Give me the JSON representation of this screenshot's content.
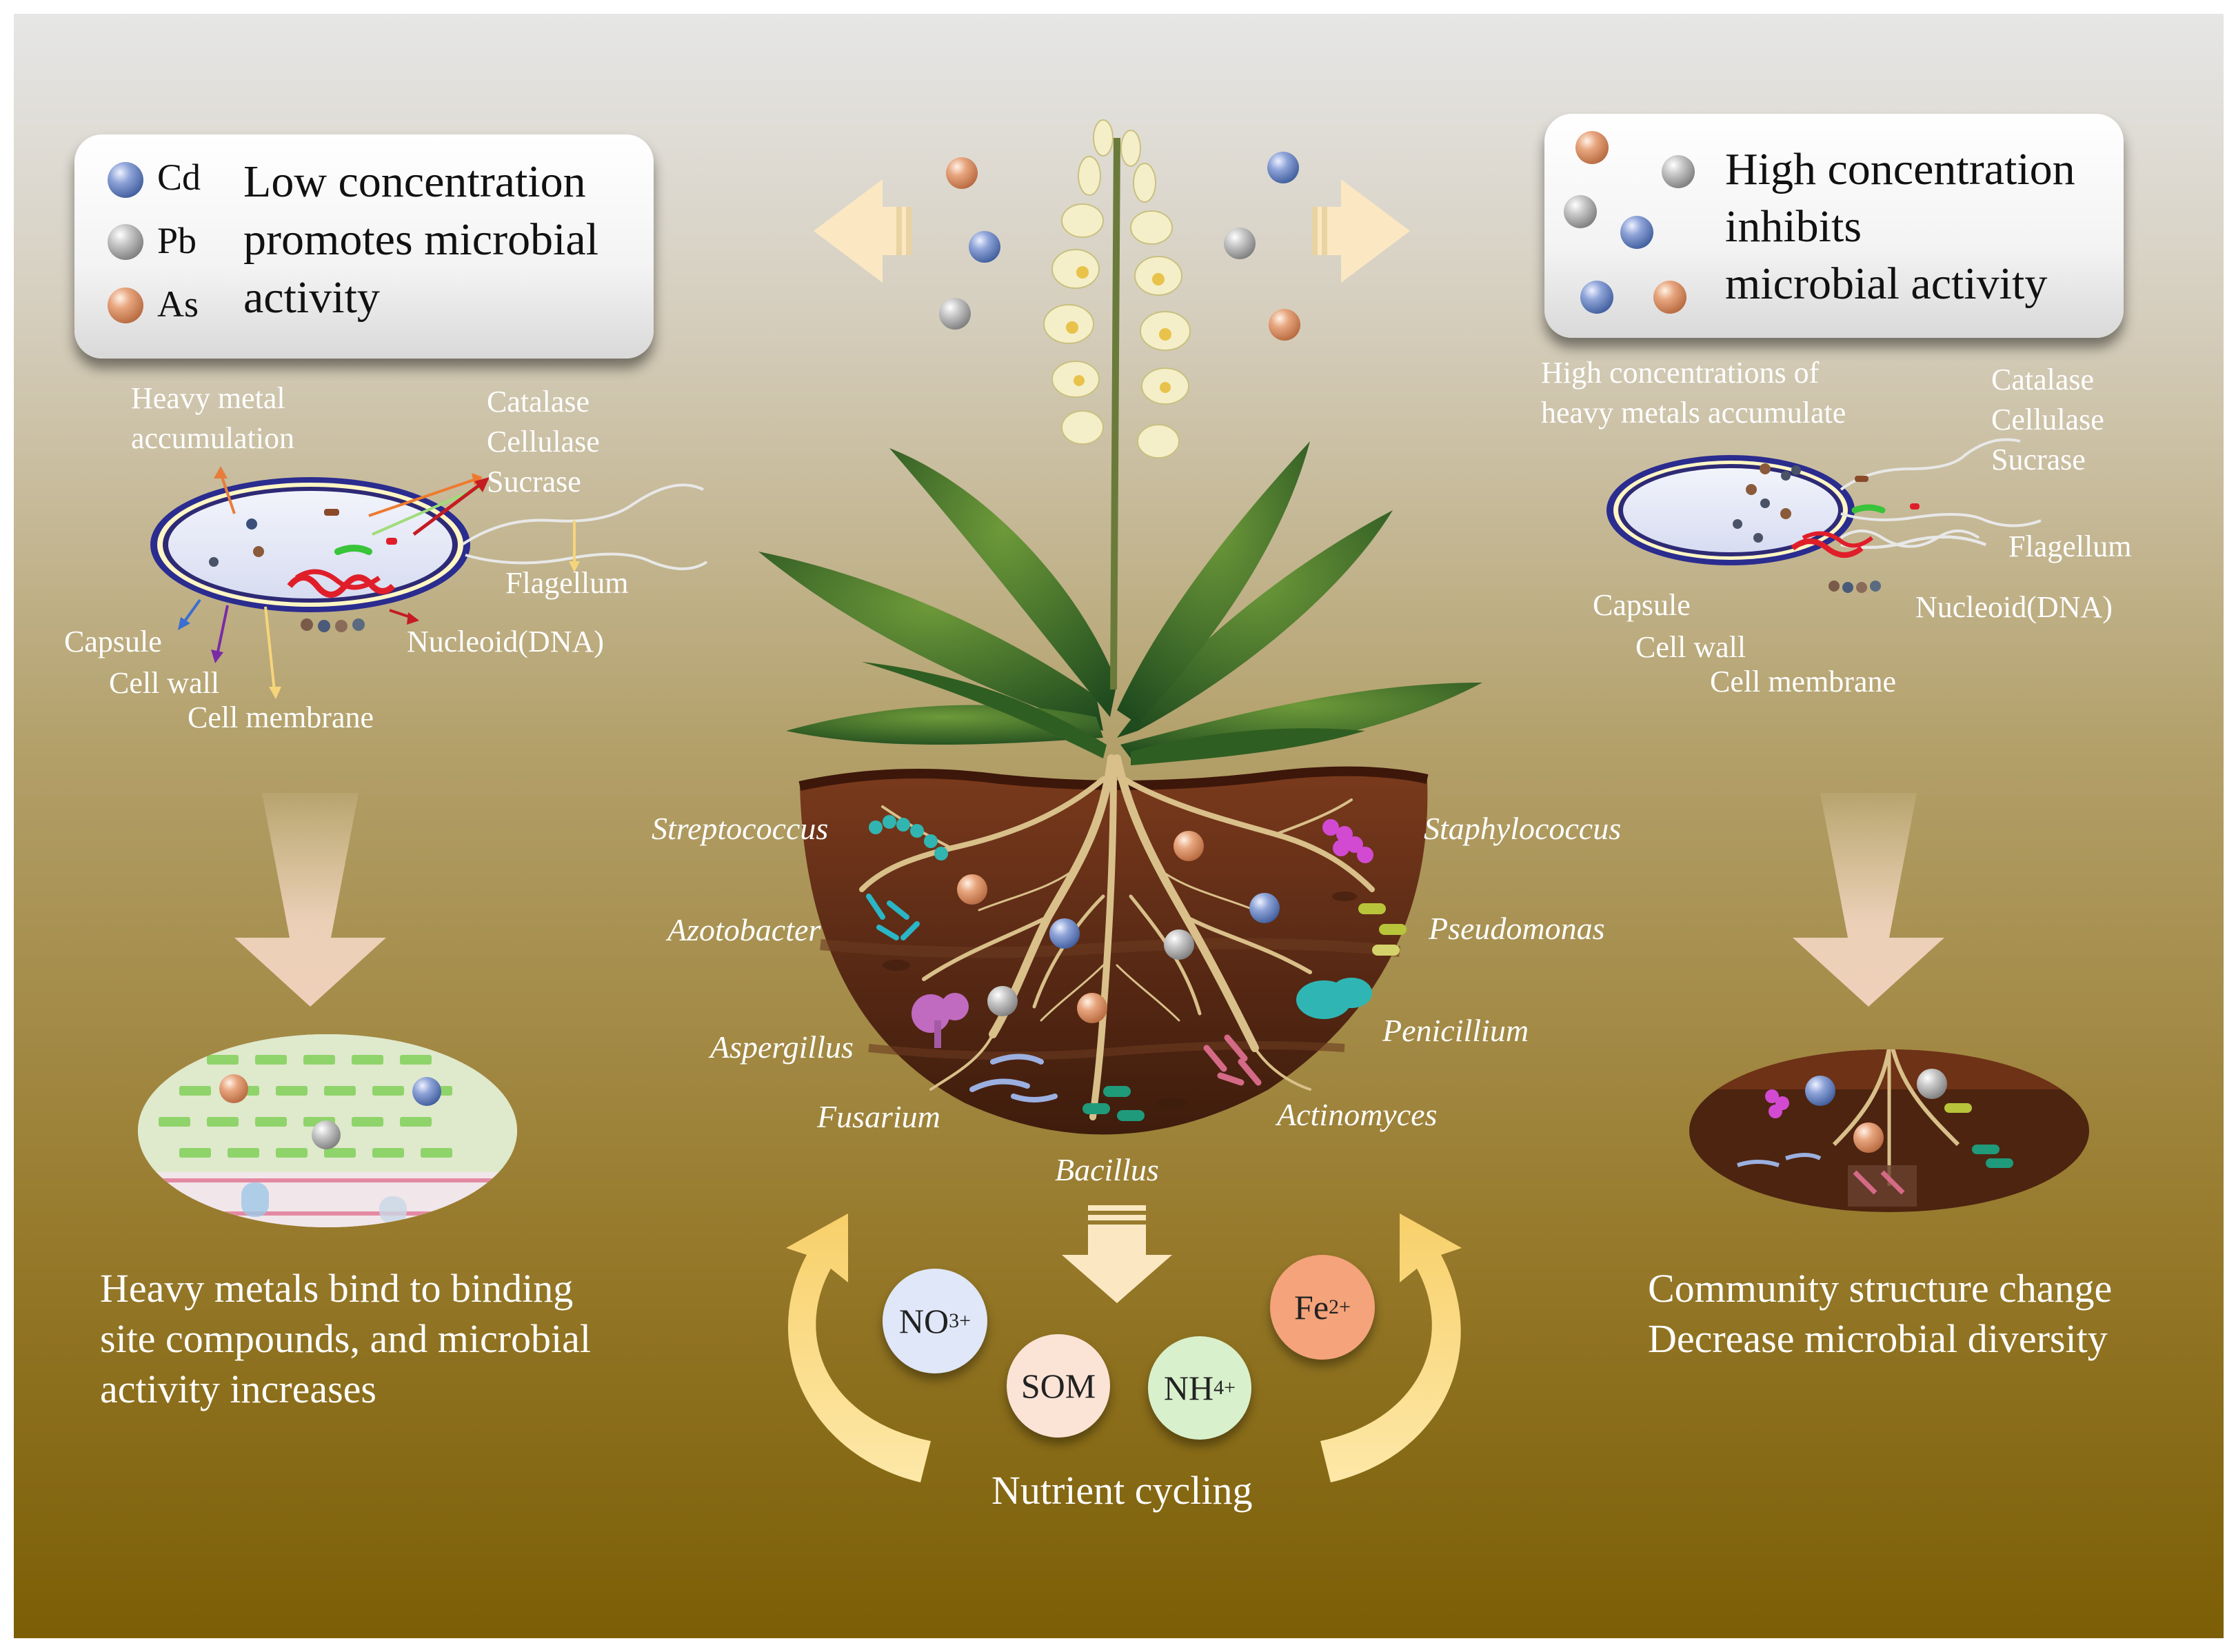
{
  "legend": {
    "metals": [
      {
        "symbol": "Cd",
        "color": "#3c5a9a"
      },
      {
        "symbol": "Pb",
        "color": "#7a7a7a"
      },
      {
        "symbol": "As",
        "color": "#b4663c"
      }
    ],
    "low_text": [
      "Low concentration",
      "promotes microbial",
      "activity"
    ],
    "high_text": [
      "High concentration",
      "inhibits",
      "microbial activity"
    ]
  },
  "left_cell": {
    "accumulation": [
      "Heavy metal",
      "accumulation"
    ],
    "enzymes": [
      "Catalase",
      "Cellulase",
      "Sucrase"
    ],
    "flagellum": "Flagellum",
    "capsule": "Capsule",
    "cell_wall": "Cell wall",
    "cell_membrane": "Cell membrane",
    "nucleoid": "Nucleoid(DNA)"
  },
  "right_cell": {
    "accumulation": [
      "High concentrations of",
      "heavy metals accumulate"
    ],
    "enzymes": [
      "Catalase",
      "Cellulase",
      "Sucrase"
    ],
    "flagellum": "Flagellum",
    "capsule": "Capsule",
    "cell_wall": "Cell wall",
    "cell_membrane": "Cell membrane",
    "nucleoid": "Nucleoid(DNA)"
  },
  "outcomes": {
    "left": [
      "Heavy metals bind to binding",
      "site compounds, and microbial",
      "activity increases"
    ],
    "right": [
      "Community structure change",
      "Decrease microbial diversity"
    ]
  },
  "microbes": {
    "streptococcus": "Streptococcus",
    "azotobacter": "Azotobacter",
    "aspergillus": "Aspergillus",
    "fusarium": "Fusarium",
    "bacillus": "Bacillus",
    "actinomyces": "Actinomyces",
    "penicillium": "Penicillium",
    "pseudomonas": "Pseudomonas",
    "staphylococcus": "Staphylococcus"
  },
  "nutrients": {
    "no3": {
      "base": "NO",
      "sub": "3",
      "sup": "+",
      "color": "#dfe7f8"
    },
    "som": {
      "label": "SOM",
      "color": "#fbe3d6"
    },
    "nh4": {
      "base": "NH",
      "sub": "4",
      "sup": "+",
      "color": "#d9f0cc"
    },
    "fe": {
      "base": "Fe",
      "sup": "2+",
      "color": "#f4a37a"
    },
    "cycle_label": "Nutrient cycling"
  },
  "colors": {
    "bg_top": "#e6e6e6",
    "bg_bottom": "#7b5e05",
    "soil": "#5a2a15",
    "arrow_light": "#fbe8b6",
    "cycle_arrow": "#f9d97f"
  }
}
